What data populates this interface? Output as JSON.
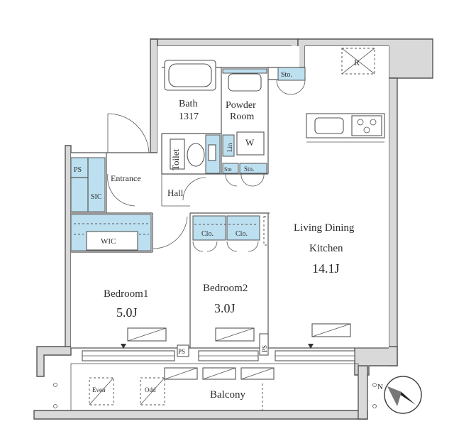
{
  "labels": {
    "bath": "Bath",
    "bath_size": "1317",
    "powder_room_line1": "Powder",
    "powder_room_line2": "Room",
    "sto_top": "Sto.",
    "toilet": "Toilet",
    "lin": "Lin",
    "w": "W",
    "sto_small_1": "Sto",
    "sto_small_2": "Sto.",
    "ps_top": "PS",
    "entrance": "Entrance",
    "sic": "SIC",
    "hall": "Hall",
    "wic": "WIC",
    "clo_1": "Clo.",
    "clo_2": "Clo.",
    "ldk_line1": "Living Dining",
    "ldk_line2": "Kitchen",
    "ldk_size": "14.1J",
    "bedroom1": "Bedroom1",
    "bedroom1_size": "5.0J",
    "bedroom2": "Bedroom2",
    "bedroom2_size": "3.0J",
    "ps_bottom_1": "PS",
    "ps_bottom_2": "PS",
    "balcony": "Balcony",
    "even": "Even",
    "odd": "Odd",
    "refrigerator": "R",
    "compass": "N"
  },
  "colors": {
    "storage_fill": "#bde0f0",
    "wall_fill": "#d9d9d9",
    "line": "#555555"
  }
}
